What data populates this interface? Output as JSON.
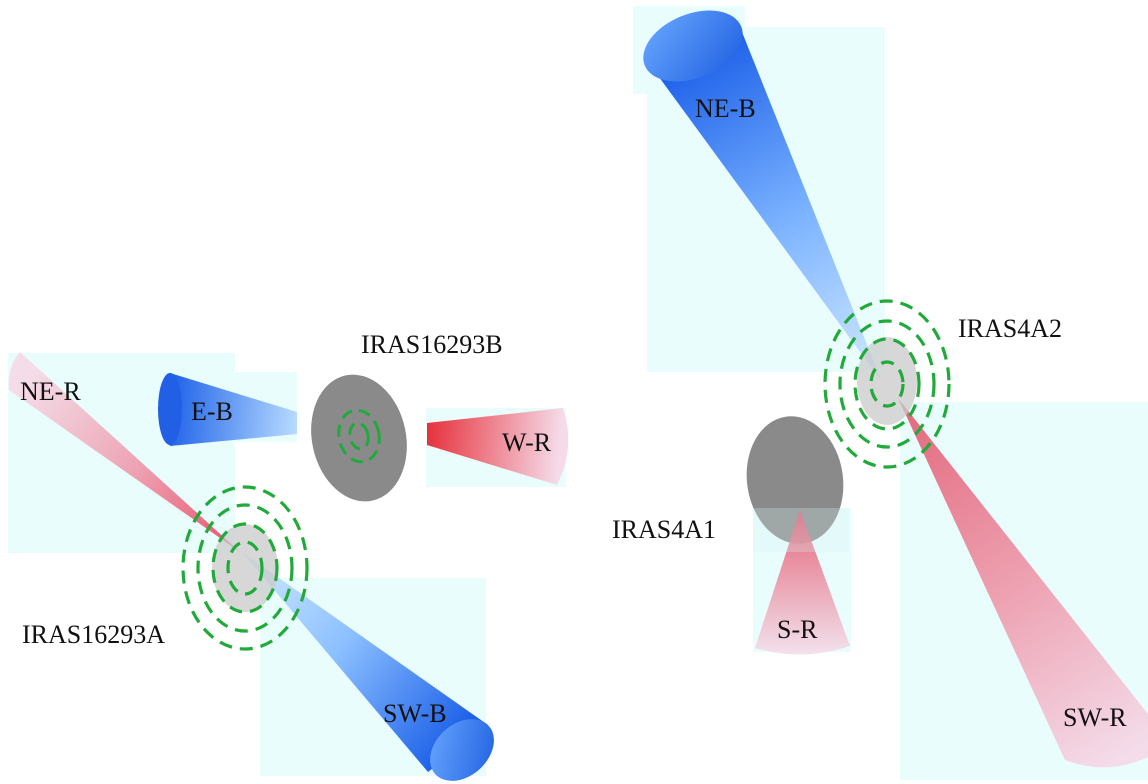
{
  "sources": {
    "iras16293a": "IRAS16293A",
    "iras16293b": "IRAS16293B",
    "iras4a1": "IRAS4A1",
    "iras4a2": "IRAS4A2"
  },
  "lobes": {
    "iras16293a_ne": "NE-R",
    "iras16293a_sw": "SW-B",
    "iras16293b_e": "E-B",
    "iras16293b_w": "W-R",
    "iras4a2_ne": "NE-B",
    "iras4a2_sw": "SW-R",
    "iras4a1_s": "S-R"
  },
  "colors": {
    "blueshifted": "#1a5ee8",
    "redshifted": "#e05a6a",
    "disk": "#888888",
    "rings": "#1faa3a",
    "panel": "#e9fdfd"
  }
}
